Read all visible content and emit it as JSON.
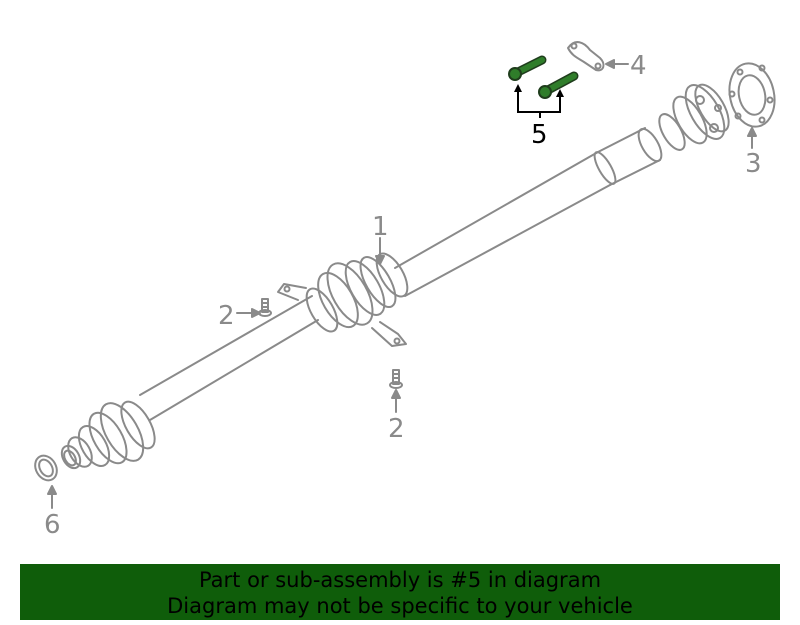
{
  "diagram": {
    "callouts": {
      "c1": "1",
      "c2a": "2",
      "c2b": "2",
      "c3": "3",
      "c4": "4",
      "c5": "5",
      "c6": "6"
    },
    "highlighted_part": "5",
    "colors": {
      "line": "#8a8a8a",
      "highlight_part": "#2f7d2a",
      "banner_bg": "#0f5d0a",
      "text": "#000000"
    }
  },
  "banner": {
    "line1": "Part or sub-assembly is #5 in diagram",
    "line2": "Diagram may not be specific to your vehicle"
  }
}
